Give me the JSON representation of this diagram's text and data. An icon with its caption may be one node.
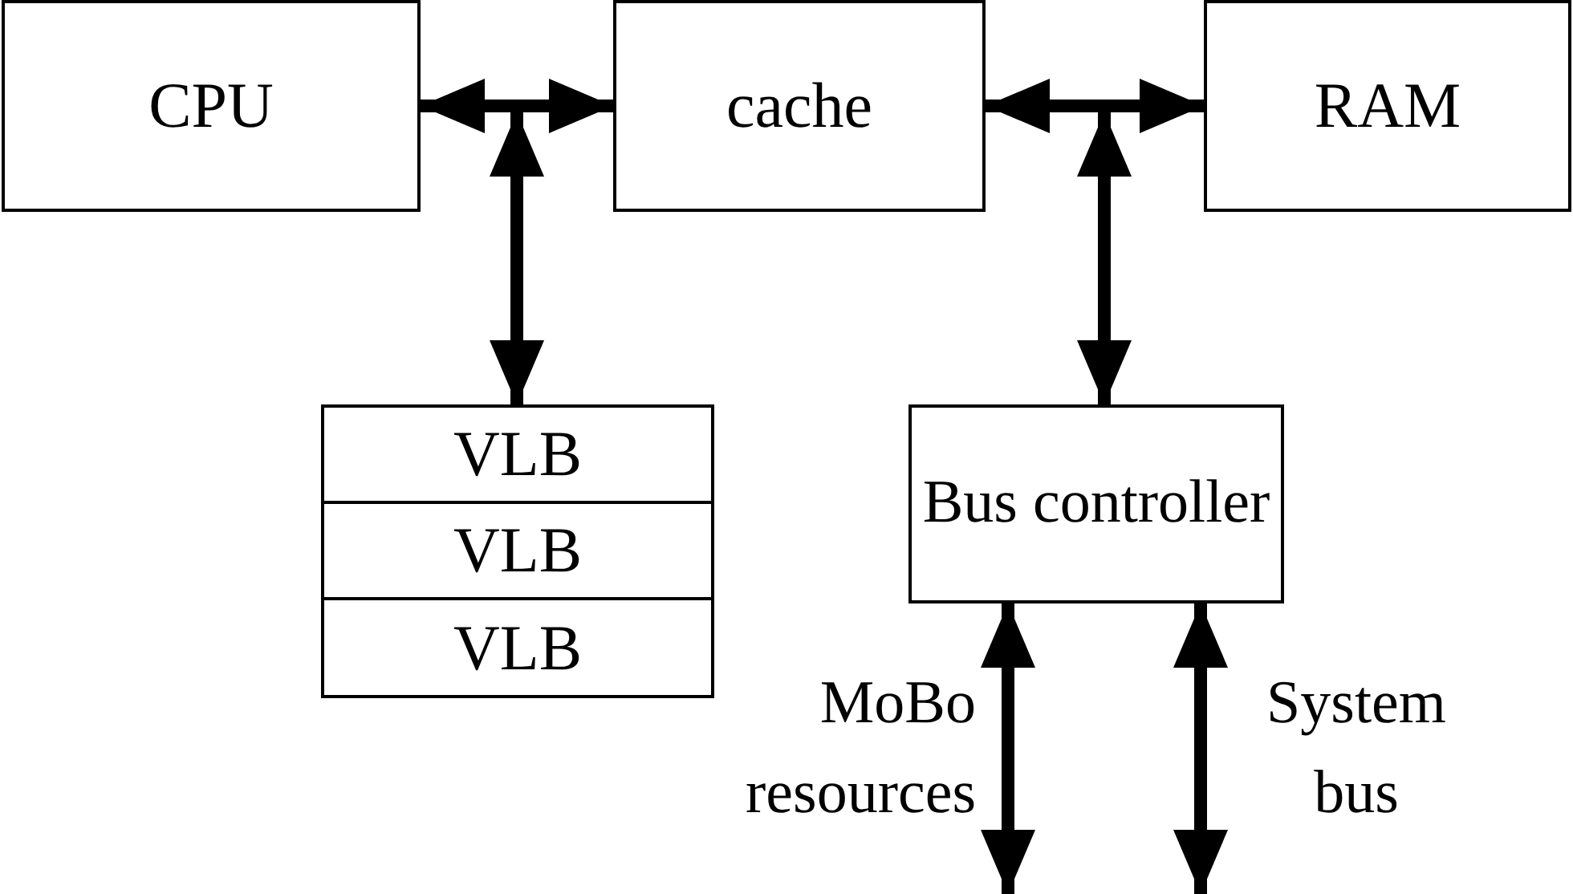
{
  "diagram": {
    "nodes": [
      {
        "text": [
          "CPU"
        ]
      },
      {
        "text": [
          "cache"
        ]
      },
      {
        "text": [
          "RAM"
        ]
      },
      {
        "text": [
          "VLB"
        ]
      },
      {
        "text": [
          "VLB"
        ]
      },
      {
        "text": [
          "VLB"
        ]
      },
      {
        "text": [
          "Bus controller"
        ]
      }
    ],
    "edges": [
      {
        "from": 0,
        "to": 1,
        "arrow": "both"
      },
      {
        "from": null,
        "to": 3,
        "arrow": "both"
      },
      {
        "from": 1,
        "to": 2,
        "arrow": "both"
      },
      {
        "from": null,
        "to": 6,
        "arrow": "both"
      },
      {
        "from": 6,
        "to": null,
        "arrow": "both",
        "label": "MoBo resources"
      },
      {
        "from": 6,
        "to": null,
        "arrow": "both",
        "label": "System bus"
      }
    ]
  }
}
